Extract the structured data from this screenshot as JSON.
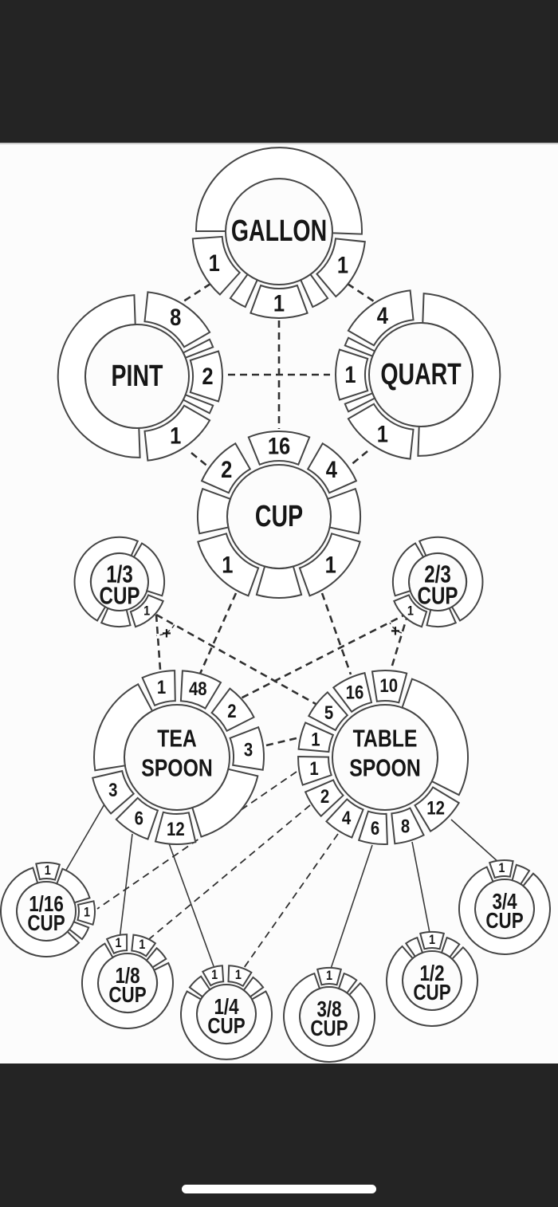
{
  "screen": {
    "background": "#fcfcfc",
    "letterbox_color": "#242424",
    "line_color": "#303030",
    "text_color": "#161616",
    "home_indicator_color": "#ffffff"
  },
  "operators": {
    "plus": "+"
  },
  "circles": {
    "gallon": {
      "label": "GALLON",
      "segments": [
        "1",
        "1",
        "1"
      ]
    },
    "pint": {
      "label": "PINT",
      "segments": [
        "8",
        "2",
        "1"
      ]
    },
    "quart": {
      "label": "QUART",
      "segments": [
        "4",
        "1",
        "1"
      ]
    },
    "cup": {
      "label": "CUP",
      "segments": [
        "16",
        "2",
        "4",
        "1",
        "1"
      ]
    },
    "third_cup": {
      "label": "1/3",
      "sublabel": "CUP",
      "segments": [
        "1"
      ]
    },
    "two_thirds_cup": {
      "label": "2/3",
      "sublabel": "CUP",
      "segments": [
        "1"
      ]
    },
    "teaspoon": {
      "label": "TEA",
      "label2": "SPOON",
      "segments": [
        "1",
        "48",
        "2",
        "3",
        "12",
        "6",
        "3"
      ]
    },
    "tablespoon": {
      "label": "TABLE",
      "label2": "SPOON",
      "segments": [
        "10",
        "16",
        "5",
        "1",
        "1",
        "2",
        "4",
        "6",
        "8",
        "12"
      ]
    },
    "sixteenth_cup": {
      "label": "1/16",
      "sublabel": "CUP",
      "segments": [
        "1",
        "1"
      ]
    },
    "eighth_cup": {
      "label": "1/8",
      "sublabel": "CUP",
      "segments": [
        "1",
        "1"
      ]
    },
    "quarter_cup": {
      "label": "1/4",
      "sublabel": "CUP",
      "segments": [
        "1",
        "1"
      ]
    },
    "three_eighths_cup": {
      "label": "3/8",
      "sublabel": "CUP",
      "segments": [
        "1"
      ]
    },
    "half_cup": {
      "label": "1/2",
      "sublabel": "CUP",
      "segments": [
        "1"
      ]
    },
    "three_quarters_cup": {
      "label": "3/4",
      "sublabel": "CUP",
      "segments": [
        "1"
      ]
    }
  },
  "connections": [
    {
      "from": "gallon",
      "to": "pint"
    },
    {
      "from": "gallon",
      "to": "quart"
    },
    {
      "from": "gallon",
      "to": "cup"
    },
    {
      "from": "pint",
      "to": "quart"
    },
    {
      "from": "pint",
      "to": "cup"
    },
    {
      "from": "quart",
      "to": "cup"
    },
    {
      "from": "cup",
      "to": "teaspoon"
    },
    {
      "from": "cup",
      "to": "tablespoon"
    },
    {
      "from": "teaspoon",
      "to": "tablespoon"
    },
    {
      "from": "third_cup",
      "to": "teaspoon"
    },
    {
      "from": "third_cup",
      "to": "tablespoon"
    },
    {
      "from": "two_thirds_cup",
      "to": "tablespoon"
    },
    {
      "from": "two_thirds_cup",
      "to": "teaspoon"
    },
    {
      "from": "teaspoon",
      "to": "sixteenth_cup"
    },
    {
      "from": "teaspoon",
      "to": "eighth_cup"
    },
    {
      "from": "teaspoon",
      "to": "quarter_cup"
    },
    {
      "from": "tablespoon",
      "to": "sixteenth_cup"
    },
    {
      "from": "tablespoon",
      "to": "eighth_cup"
    },
    {
      "from": "tablespoon",
      "to": "quarter_cup"
    },
    {
      "from": "tablespoon",
      "to": "three_eighths_cup"
    },
    {
      "from": "tablespoon",
      "to": "half_cup"
    },
    {
      "from": "tablespoon",
      "to": "three_quarters_cup"
    }
  ]
}
